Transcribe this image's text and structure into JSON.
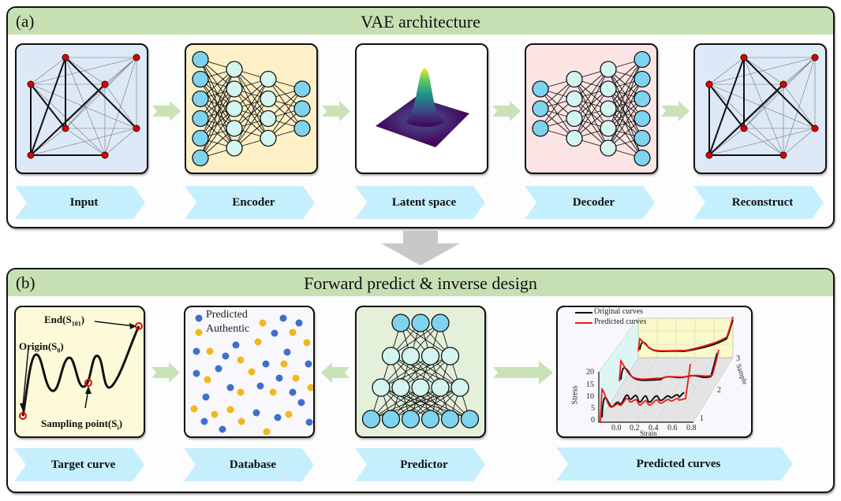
{
  "panel_a": {
    "tag": "(a)",
    "title": "VAE architecture",
    "stages": [
      {
        "label": "Input",
        "bg": "#dde9f6"
      },
      {
        "label": "Encoder",
        "bg": "#fdf0c6"
      },
      {
        "label": "Latent space",
        "bg": "#ffffff"
      },
      {
        "label": "Decoder",
        "bg": "#fce4e4"
      },
      {
        "label": "Reconstruct",
        "bg": "#dde9f6"
      }
    ],
    "encoder_layers": [
      6,
      5,
      4,
      3
    ],
    "decoder_layers": [
      3,
      4,
      5,
      6
    ]
  },
  "panel_b": {
    "tag": "(b)",
    "title": "Forward predict & inverse design",
    "stages": [
      {
        "label": "Target curve",
        "bg": "#fdfad9"
      },
      {
        "label": "Database",
        "bg": "#f8f8fc"
      },
      {
        "label": "Predictor",
        "bg": "#e5f0da"
      },
      {
        "label": "Predicted curves",
        "bg": "#f8f8fc"
      }
    ],
    "target_curve": {
      "end_label": "End(S",
      "end_sub": "101",
      "origin_label": "Origin(S",
      "origin_sub": "0",
      "sampling_label": "Sampling point(S",
      "sampling_sub": "i",
      "close": ")"
    },
    "database": {
      "legend": [
        {
          "label": "Predicted",
          "color": "#3d6fce"
        },
        {
          "label": "Authentic",
          "color": "#f2b71c"
        }
      ]
    },
    "predictor_layers": [
      3,
      4,
      5,
      6
    ],
    "predicted_curves_chart": {
      "legend": [
        "Original curves",
        "Predicted curves"
      ],
      "series_colors": [
        "#111111",
        "#e81a1a"
      ],
      "xlabel": "Strain",
      "ylabel": "Stress",
      "zlabel": "Sample",
      "x_ticks": [
        "0.0",
        "0.2",
        "0.4",
        "0.6",
        "0.8"
      ],
      "y_ticks": [
        "0",
        "5",
        "10",
        "15",
        "20"
      ],
      "z_ticks": [
        "1",
        "2",
        "3"
      ]
    }
  },
  "colors": {
    "header_green": "#c6e0b4",
    "chevron_blue": "#c5effc",
    "arrow_green": "#c9e2b8",
    "arrow_gray": "#c8c8c8",
    "node_red": "#e00000",
    "node_blue": "#7fd3ef",
    "node_light": "#d4f5ef"
  }
}
